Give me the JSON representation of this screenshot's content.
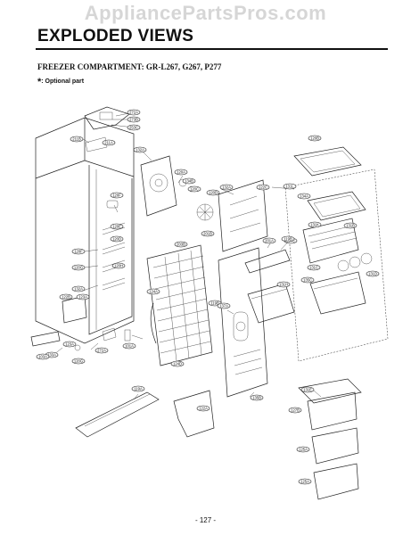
{
  "watermark": "AppliancePartsPros.com",
  "title": "EXPLODED VIEWS",
  "subtitle": "FREEZER COMPARTMENT: GR-L267, G267, P277",
  "optional_note": {
    "marker": "*",
    "text": ": Optional part"
  },
  "page_number": "- 127 -",
  "part_labels": [
    "272A",
    "273B",
    "253C",
    "211B",
    "211A",
    "132A",
    "120B",
    "131L",
    "134A",
    "120A",
    "134B",
    "120C",
    "132A",
    "120D",
    "120F",
    "120E",
    "120D",
    "120F",
    "120G",
    "120H",
    "132A",
    "122B",
    "123A",
    "122C",
    "131K",
    "137C",
    "131B",
    "131C",
    "131D",
    "201B",
    "203B",
    "201A",
    "119B",
    "131H",
    "135C",
    "119B",
    "124A",
    "137A",
    "124D",
    "135B",
    "133A",
    "123A",
    "120G",
    "101A",
    "272A",
    "119A",
    "131E",
    "127B",
    "125A",
    "125A",
    "122A",
    "103A"
  ]
}
